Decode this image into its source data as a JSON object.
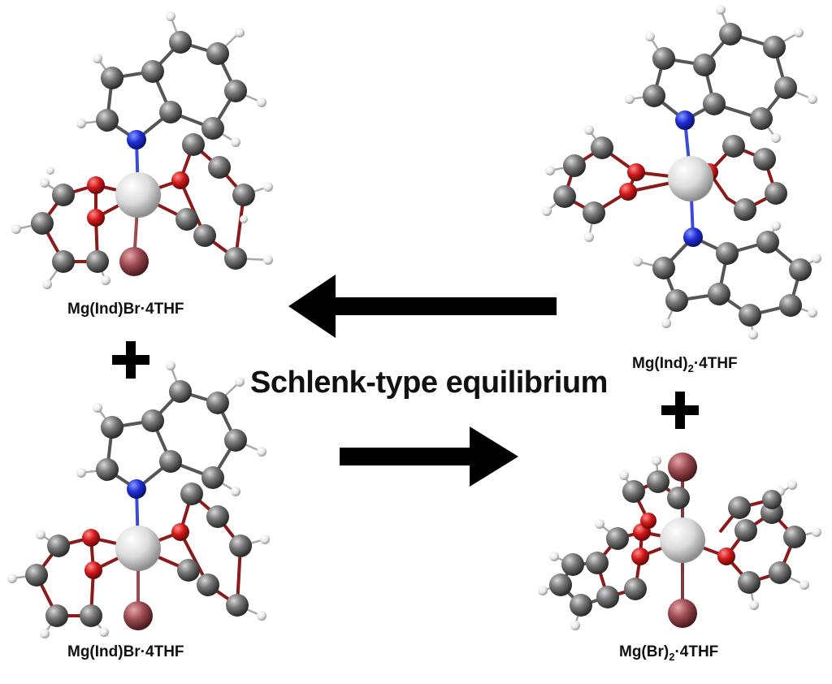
{
  "title": "Schlenk-type equilibrium",
  "reactants": [
    {
      "label_main": "Mg(Ind)Br·4THF"
    },
    {
      "label_main": "Mg(Ind)Br·4THF"
    }
  ],
  "products": [
    {
      "label_pre": "Mg(Ind)",
      "label_sub": "2",
      "label_post": "·4THF"
    },
    {
      "label_pre": "Mg(Br)",
      "label_sub": "2",
      "label_post": "·4THF"
    }
  ],
  "atom_colors": {
    "carbon": "#6b6b6b",
    "hydrogen": "#f2f2f2",
    "nitrogen": "#1f2fd6",
    "oxygen": "#d11a1a",
    "magnesium": "#e6e6e6",
    "bromine": "#9a4a50"
  },
  "arrow_color": "#000000"
}
